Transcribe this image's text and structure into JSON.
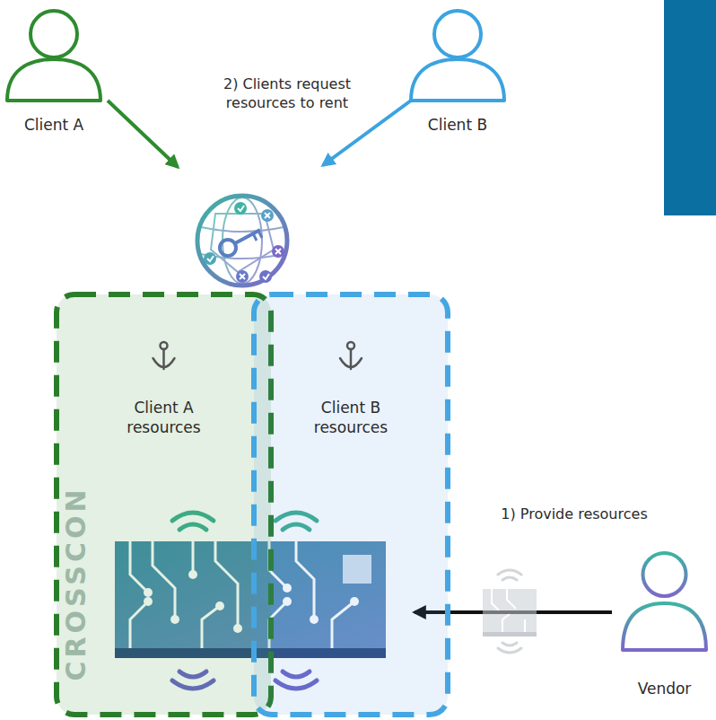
{
  "diagram": {
    "nodes": [
      {
        "text": [
          "Client A"
        ]
      },
      {
        "text": [
          "Client B"
        ]
      },
      {
        "text": [
          "Client A resources"
        ]
      },
      {
        "text": [
          "Client B resources"
        ]
      },
      {
        "text": [
          "Vendor"
        ]
      }
    ],
    "labels": [
      "2) Clients request resources to rent",
      "1) Provide resources",
      "CROSSCON"
    ]
  }
}
